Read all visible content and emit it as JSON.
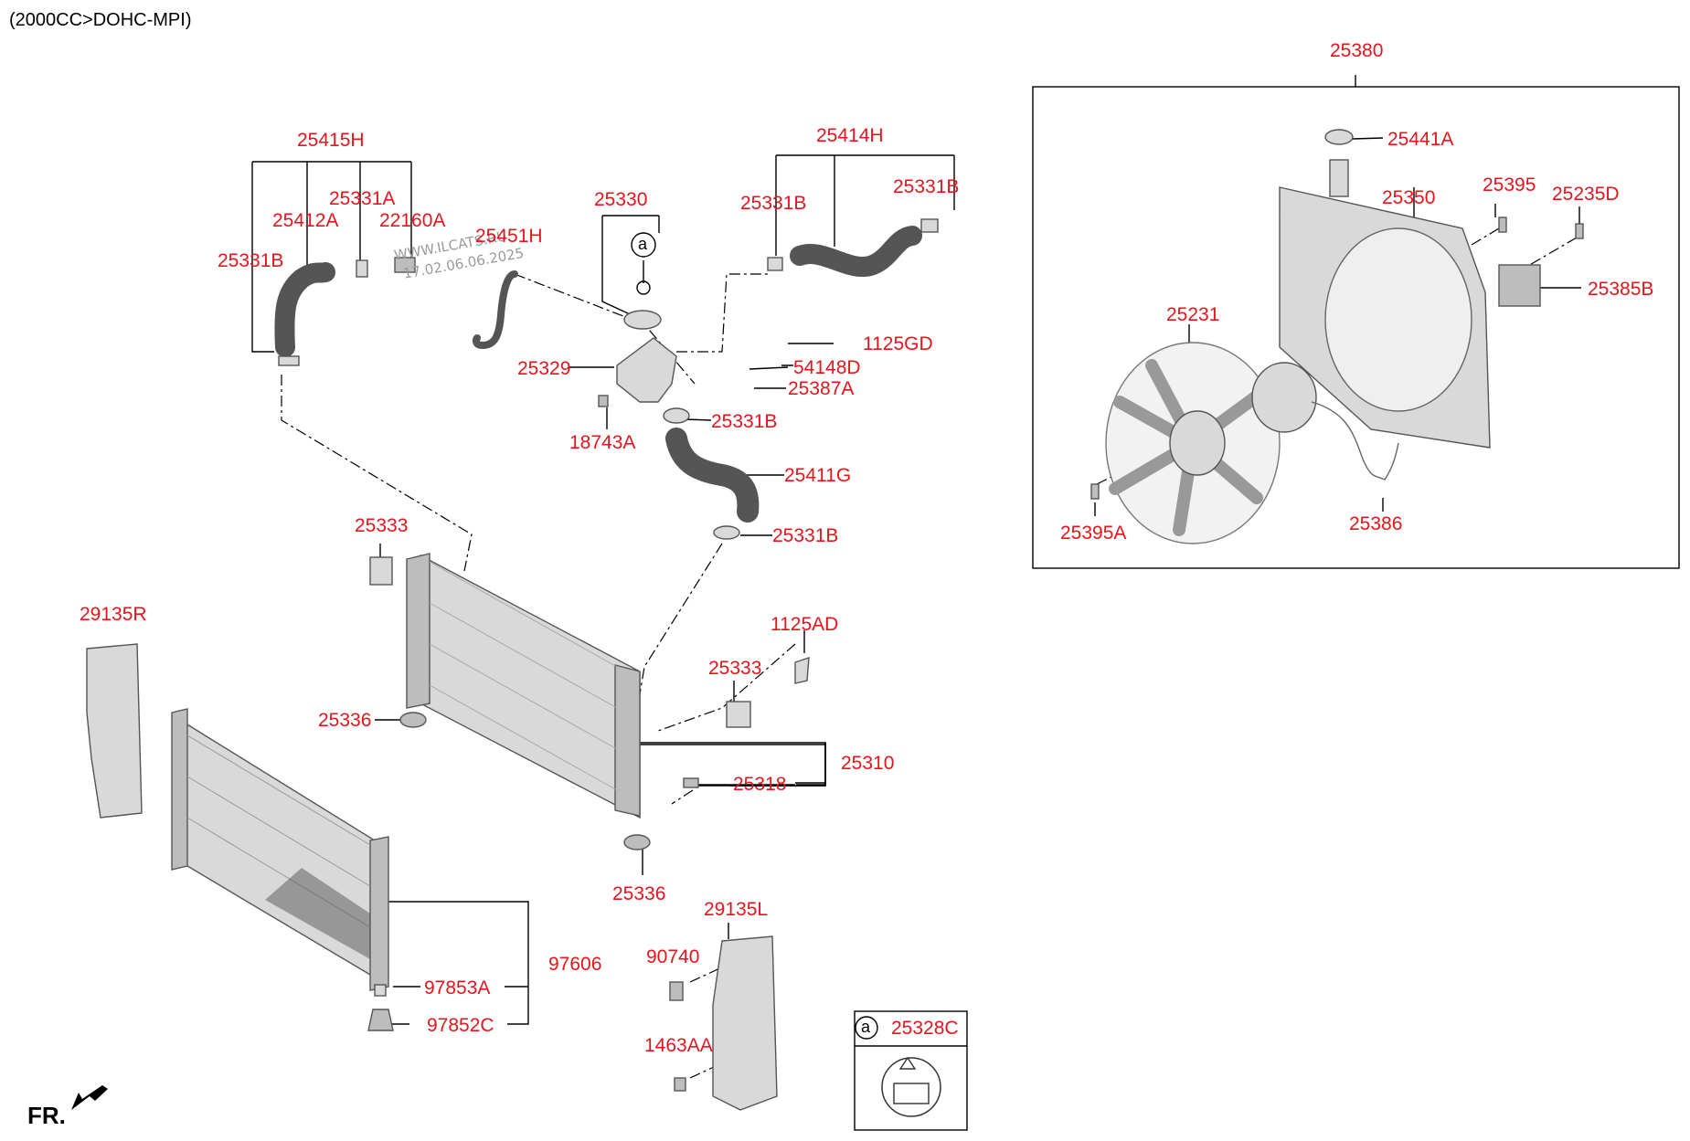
{
  "header": {
    "engine_spec": "(2000CC>DOHC-MPI)"
  },
  "watermark": {
    "site": "WWW.ILCATS.RU",
    "date": "17.02.06.06.2025"
  },
  "part_labels": {
    "p25415H": "25415H",
    "p25331A": "25331A",
    "p25412A": "25412A",
    "p22160A": "22160A",
    "p25331B_left": "25331B",
    "p25451H": "25451H",
    "p25330": "25330",
    "p25414H": "25414H",
    "p25331B_mid": "25331B",
    "p25331B_right": "25331B",
    "p25329": "25329",
    "p1125GD": "1125GD",
    "p54148D": "54148D",
    "p25387A": "25387A",
    "p25331B_outlet": "25331B",
    "p18743A": "18743A",
    "p25411G": "25411G",
    "p25331B_lower": "25331B",
    "p25333_top": "25333",
    "p29135R": "29135R",
    "p1125AD": "1125AD",
    "p25333_right": "25333",
    "p25336_top": "25336",
    "p25310": "25310",
    "p25318": "25318",
    "p25336_bottom": "25336",
    "p29135L": "29135L",
    "p90740": "90740",
    "p97606": "97606",
    "p97853A": "97853A",
    "p97852C": "97852C",
    "p1463AA": "1463AA",
    "p25380": "25380",
    "p25441A": "25441A",
    "p25350": "25350",
    "p25395": "25395",
    "p25235D": "25235D",
    "p25385B": "25385B",
    "p25231": "25231",
    "p25386": "25386",
    "p25395A": "25395A"
  },
  "callout_box": {
    "marker": "a",
    "part_number": "25328C"
  },
  "ref_marker": "a",
  "front_indicator": "FR.",
  "colors": {
    "label": "#e8141c",
    "line": "#000000",
    "part_fill": "#d9d9d9"
  }
}
